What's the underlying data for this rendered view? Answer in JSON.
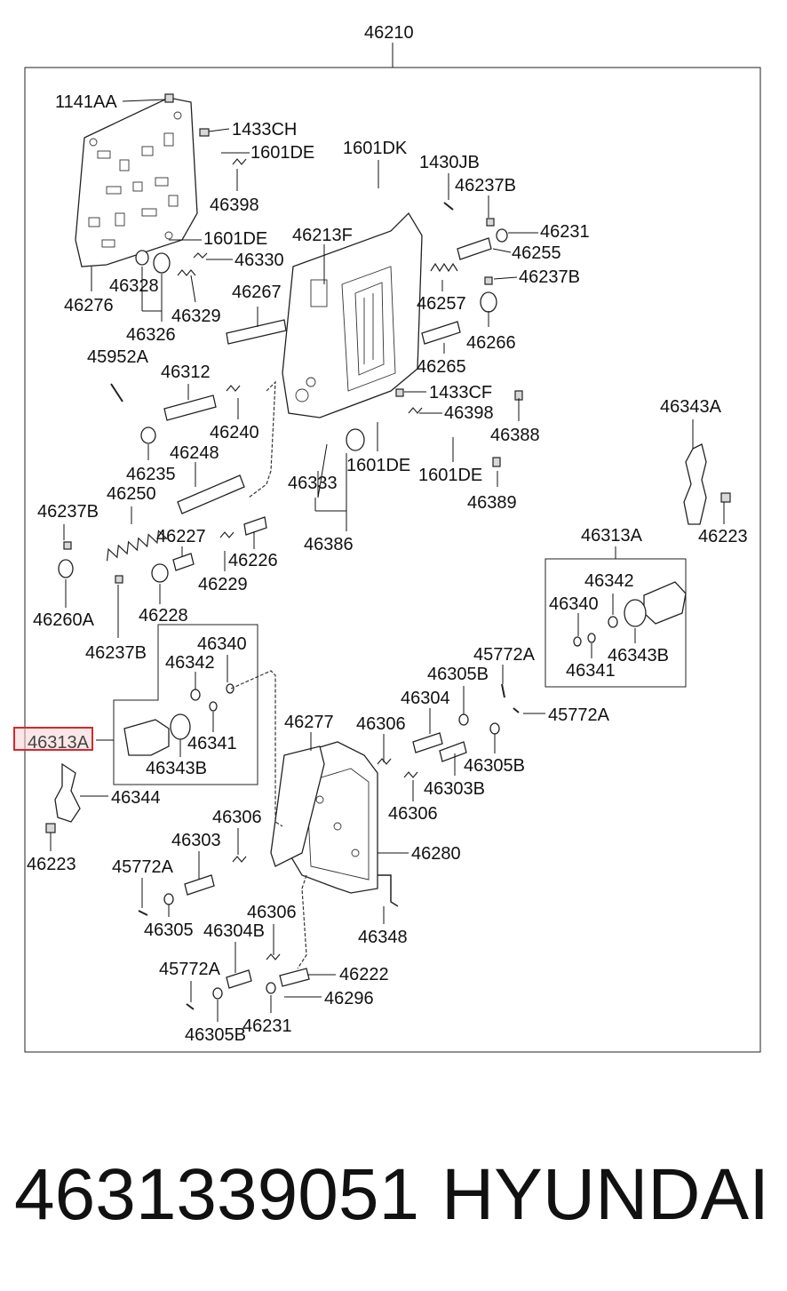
{
  "diagram": {
    "main_label": "46210",
    "labels": [
      "1141AA",
      "1433CH",
      "1601DE",
      "46398",
      "1601DK",
      "1430JB",
      "46237B",
      "46231",
      "1601DE",
      "46330",
      "46213F",
      "46255",
      "46237B",
      "46328",
      "46329",
      "46267",
      "46257",
      "46276",
      "46326",
      "46266",
      "46265",
      "45952A",
      "46312",
      "1433CF",
      "46398",
      "46240",
      "46388",
      "46343A",
      "46235",
      "46248",
      "1601DE",
      "1601DE",
      "46333",
      "46389",
      "46250",
      "46237B",
      "46223",
      "46227",
      "46226",
      "46386",
      "46313A",
      "46229",
      "46342",
      "46260A",
      "46228",
      "46340",
      "46237B",
      "46340",
      "46342",
      "46343B",
      "46341",
      "45772A",
      "46305B",
      "46304",
      "45772A",
      "46277",
      "46313A",
      "46341",
      "46343B",
      "46306",
      "46305B",
      "46303B",
      "46344",
      "46306",
      "46306",
      "46303",
      "46280",
      "46223",
      "45772A",
      "46305",
      "46306",
      "46304B",
      "46348",
      "45772A",
      "46222",
      "46296",
      "46231",
      "46305B"
    ],
    "highlight_label": "46313A",
    "highlight_color": "#d9262c"
  },
  "footer": {
    "part_number": "4631339051",
    "brand": "HYUNDAI"
  }
}
